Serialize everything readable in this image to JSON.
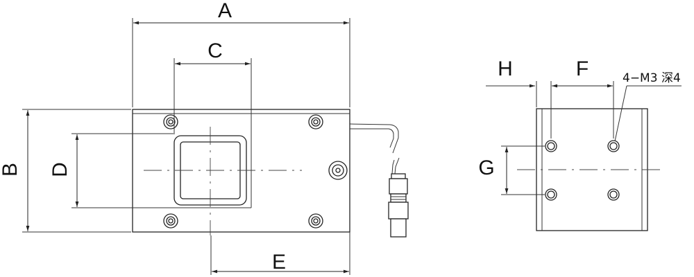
{
  "dimensions": {
    "A": "A",
    "B": "B",
    "C": "C",
    "D": "D",
    "E": "E",
    "F": "F",
    "G": "G",
    "H": "H"
  },
  "notes": {
    "hole_spec": "4−M3 深4"
  }
}
